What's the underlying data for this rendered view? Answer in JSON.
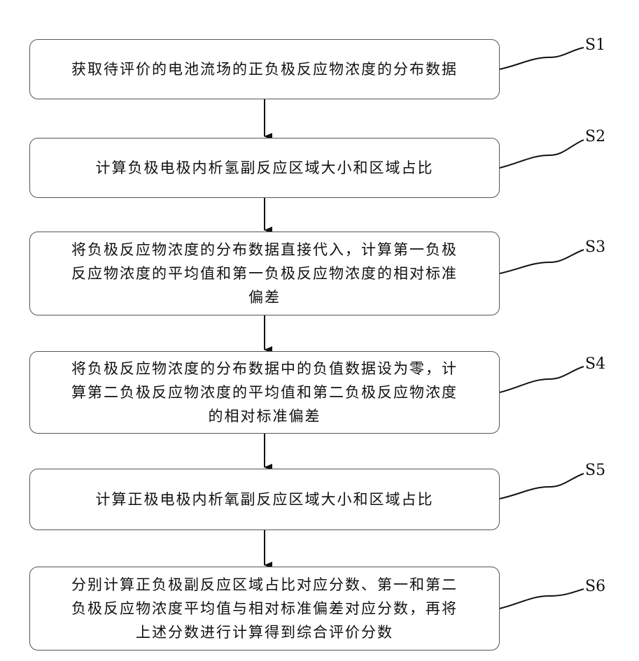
{
  "steps": [
    {
      "id": "S1",
      "label": "S1",
      "text": "获取待评价的电池流场的正负极反应物浓度的分布数据"
    },
    {
      "id": "S2",
      "label": "S2",
      "text": "计算负极电极内析氢副反应区域大小和区域占比"
    },
    {
      "id": "S3",
      "label": "S3",
      "text": "将负极反应物浓度的分布数据直接代入，计算第一负极\n反应物浓度的平均值和第一负极反应物浓度的相对标准\n偏差"
    },
    {
      "id": "S4",
      "label": "S4",
      "text": "将负极反应物浓度的分布数据中的负值数据设为零，计\n算第二负极反应物浓度的平均值和第二负极反应物浓度\n的相对标准偏差"
    },
    {
      "id": "S5",
      "label": "S5",
      "text": "计算正极电极内析氧副反应区域大小和区域占比"
    },
    {
      "id": "S6",
      "label": "S6",
      "text": "分别计算正负极副反应区域占比对应分数、第一和第二\n负极反应物浓度平均值与相对标准偏差对应分数，再将\n上述分数进行计算得到综合评价分数"
    }
  ]
}
